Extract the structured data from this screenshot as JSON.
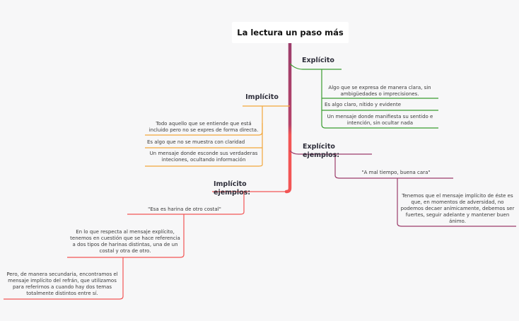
{
  "title": "La lectura un paso más",
  "colors": {
    "background": "#f7f7f8",
    "spine_top": "#9c3d6b",
    "spine_bottom": "#f25555",
    "explicito": "#3a9d2f",
    "implicito": "#f3a73a",
    "explicito_ejemplos": "#9c3d6b",
    "implicito_ejemplos": "#f25555"
  },
  "branches": {
    "explicito": {
      "label": "Explícito",
      "items": [
        "Algo que se expresa de manera clara, sin ambigüedades o imprecisiones.",
        "Es algo claro, nítido y evidente",
        "Un mensaje donde manifiesta su sentido e intención, sin ocultar nada"
      ]
    },
    "implicito": {
      "label": "Implícito",
      "items": [
        "Todo aquello que se entiende que está incluido pero no se expres de forma directa.",
        "Es algo que no se muestra con claridad",
        "Un mensaje donde esconde sus verdaderas inteciones, ocultando información"
      ]
    },
    "explicito_ejemplos": {
      "label": "Explícito ejemplos:",
      "example": "\"A mal tiempo, buena cara\"",
      "explanation": "Tenemos que el mensaje implícito de éste es que, en momentos de adversidad, no podemos decaer anímicamente, debemos ser fuertes, seguir adelante y mantener buen ánimo."
    },
    "implicito_ejemplos": {
      "label": "Implícito ejemplos:",
      "example": "\"Esa es harina de otro costal\"",
      "explanation_1": "En lo que respecta al mensaje explícito, tenemos en cuestión que se hace referencia a dos tipos de harinas distintas, una de un costal y otra de otro.",
      "explanation_2": "Pero, de manera secundaria, encontramos el mensaje implícito del refrán, que utilizamos para referirnos a cuando hay dos temas totalmente distintos entre sí."
    }
  }
}
